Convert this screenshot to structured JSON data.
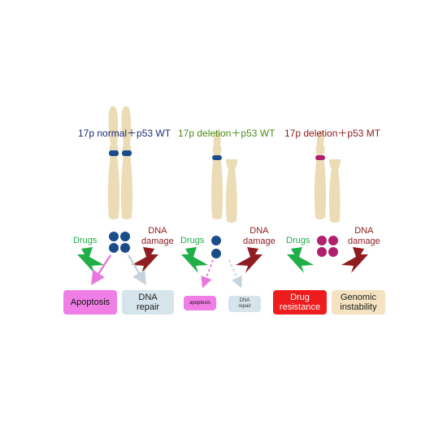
{
  "colors": {
    "chromosome": "#ecdcb6",
    "normal_title": "#1c2a77",
    "deletion_wt_title": "#4d8a16",
    "deletion_mt_title": "#8f1c20",
    "drugs_green": "#1fae48",
    "damage_red": "#8f1c20",
    "p53_wt": "#1b4c8a",
    "p53_mt": "#b0206f",
    "apoptosis_box": "#f07ee6",
    "repair_box": "#d6e4eb",
    "drug_resistance_box": "#ee1c1c",
    "genomic_box": "#f4e2c0"
  },
  "panels": [
    {
      "title": "17p normal＋p53 WT",
      "drugs_label": "Drugs",
      "damage_label_line1": "DNA",
      "damage_label_line2": "damage",
      "outcome_left": "Apoptosis",
      "outcome_right_line1": "DNA",
      "outcome_right_line2": "repair"
    },
    {
      "title": "17p deletion＋p53 WT",
      "drugs_label": "Drugs",
      "damage_label_line1": "DNA",
      "damage_label_line2": "damage",
      "outcome_left": "apoptosis",
      "outcome_right_line1": "DNA",
      "outcome_right_line2": "repair"
    },
    {
      "title": "17p deletion＋p53 MT",
      "drugs_label": "Drugs",
      "damage_label_line1": "DNA",
      "damage_label_line2": "damage",
      "outcome_left_line1": "Drug",
      "outcome_left_line2": "resistance",
      "outcome_right_line1": "Genomic",
      "outcome_right_line2": "instability"
    }
  ]
}
